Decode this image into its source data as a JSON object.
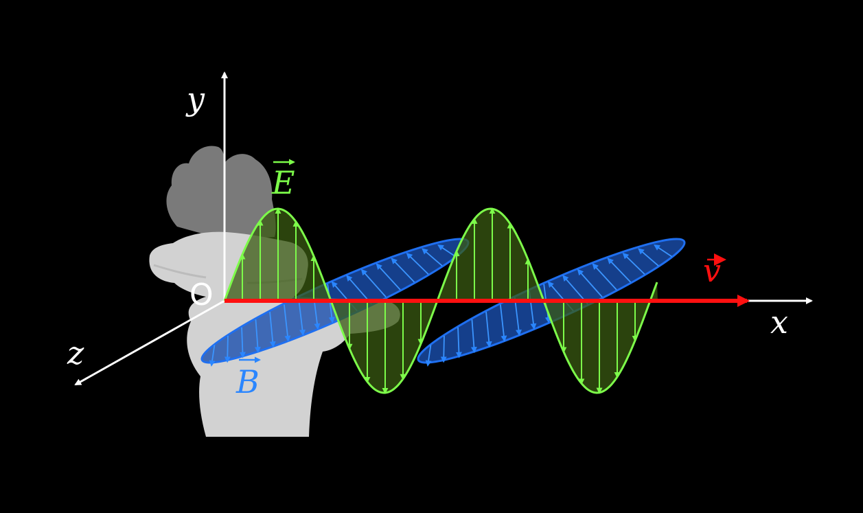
{
  "labels": {
    "y_axis": "y",
    "x_axis": "x",
    "z_axis": "z",
    "origin": "O",
    "electric_field": "E",
    "magnetic_field": "B",
    "velocity": "v"
  },
  "colors": {
    "background": "#000000",
    "axis": "#ffffff",
    "electric_field": "#7dfc4a",
    "electric_fill": "#3a5a12",
    "magnetic_field": "#1f6ff0",
    "magnetic_fill": "#1a4fae",
    "velocity": "#ff1010",
    "hand_front": "#d2d2d2",
    "hand_back": "#7a7a7a"
  },
  "icons": {
    "hand": "right-hand-rule-icon"
  }
}
